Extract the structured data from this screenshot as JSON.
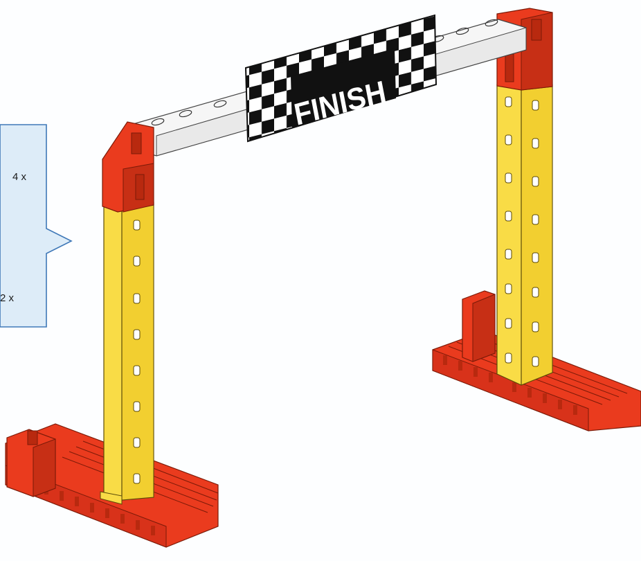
{
  "callout": {
    "items": [
      {
        "quantity": "4 x"
      },
      {
        "quantity": "2 x"
      }
    ]
  },
  "finish_gate": {
    "sign_text": "FINISH"
  },
  "colors": {
    "callout_bg": "#ddecf8",
    "callout_border": "#3f78b8",
    "brick_red": "#ea3b1e",
    "brick_red_dark": "#b8290f",
    "beam_yellow": "#f9dc46",
    "beam_yellow_dark": "#c9a820",
    "beam_white": "#f6f6f6",
    "sign_black": "#111111"
  }
}
